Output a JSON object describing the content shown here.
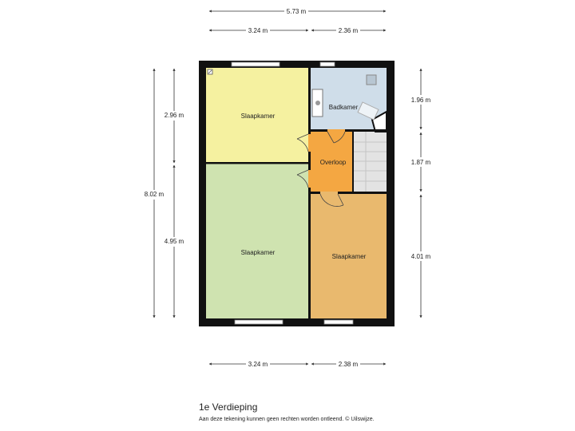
{
  "plan": {
    "title": "1e Verdieping",
    "disclaimer": "Aan deze tekening kunnen geen rechten worden ontleend. © Uilswijze."
  },
  "dimensions": {
    "top_total": "5.73 m",
    "top_left": "3.24 m",
    "top_right": "2.36 m",
    "left_total": "8.02 m",
    "left_upper": "2.96 m",
    "left_lower": "4.95 m",
    "right_upper": "1.96 m",
    "right_middle": "1.87 m",
    "right_lower": "4.01 m",
    "bottom_left": "3.24 m",
    "bottom_right": "2.38 m"
  },
  "rooms": {
    "bedroom_1": {
      "label": "Slaapkamer",
      "color": "#f5f1a0"
    },
    "bedroom_2": {
      "label": "Slaapkamer",
      "color": "#cfe3b0"
    },
    "bedroom_3": {
      "label": "Slaapkamer",
      "color": "#e9b96e"
    },
    "bathroom": {
      "label": "Badkamer",
      "color": "#cfdde9"
    },
    "landing": {
      "label": "Overloop",
      "color": "#f4a742"
    },
    "stairs": {
      "color": "#e3e3e3"
    }
  },
  "colors": {
    "wall": "#111111",
    "dimension_line": "#333333"
  }
}
